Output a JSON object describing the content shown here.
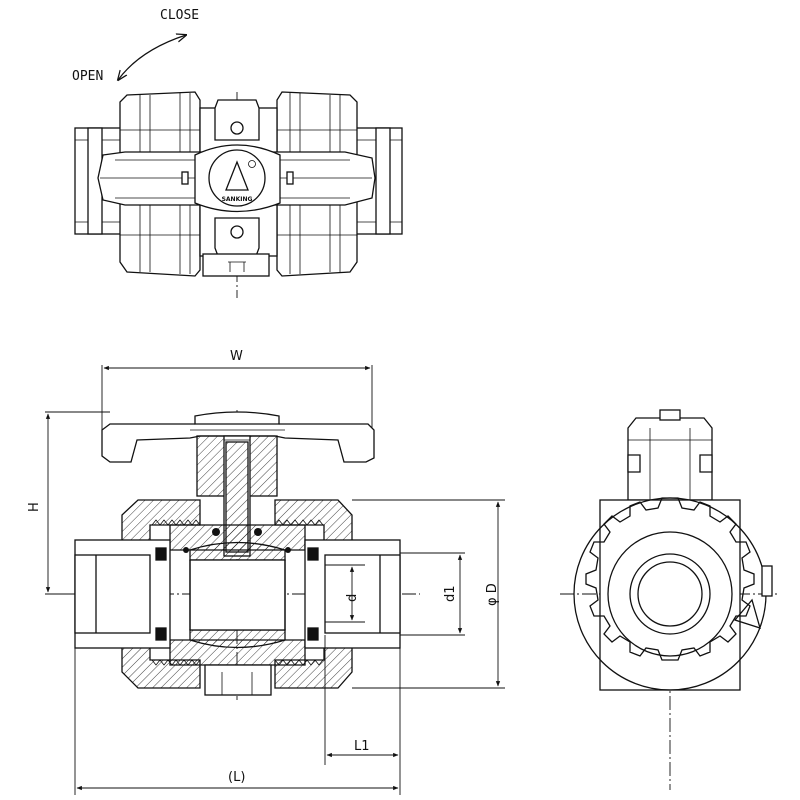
{
  "top_view": {
    "close_label": "CLOSE",
    "open_label": "OPEN",
    "handle_brand": "SANKING"
  },
  "front_view": {
    "dim_W": "W",
    "dim_H": "H",
    "dim_d": "d",
    "dim_d1": "d1",
    "dim_D": "φ D",
    "dim_L1": "L1",
    "dim_L": "(L)"
  }
}
